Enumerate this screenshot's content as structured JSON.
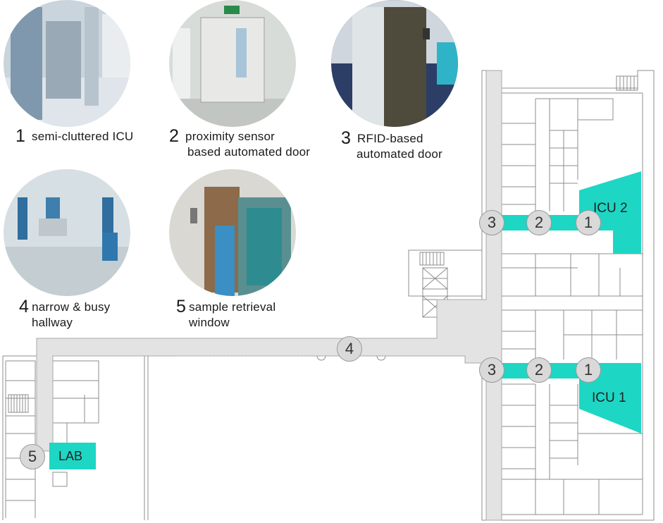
{
  "photos": [
    {
      "id": 1,
      "number": "1",
      "line1": "semi-cluttered ICU",
      "line2": ""
    },
    {
      "id": 2,
      "number": "2",
      "line1": "proximity sensor",
      "line2": "based automated door"
    },
    {
      "id": 3,
      "number": "3",
      "line1": "RFID-based",
      "line2": "automated door"
    },
    {
      "id": 4,
      "number": "4",
      "line1": "narrow & busy",
      "line2": "hallway"
    },
    {
      "id": 5,
      "number": "5",
      "line1": "sample retrieval",
      "line2": "window"
    }
  ],
  "map": {
    "zones": {
      "icu2": "ICU 2",
      "icu1": "ICU 1",
      "lab": "LAB"
    },
    "markers": {
      "icu2_door_rfid": "3",
      "icu2_door_prox": "2",
      "icu2_room": "1",
      "icu1_door_rfid": "3",
      "icu1_door_prox": "2",
      "icu1_room": "1",
      "hallway": "4",
      "lab_window": "5"
    }
  },
  "colors": {
    "highlight": "#1ed6c4",
    "corridor": "#e3e3e3",
    "wall": "#8c8c8c",
    "marker_fill": "#d9d9d9"
  },
  "icons": {
    "door": "door-icon",
    "stairs": "stairs-icon",
    "elevator": "elevator-icon"
  }
}
